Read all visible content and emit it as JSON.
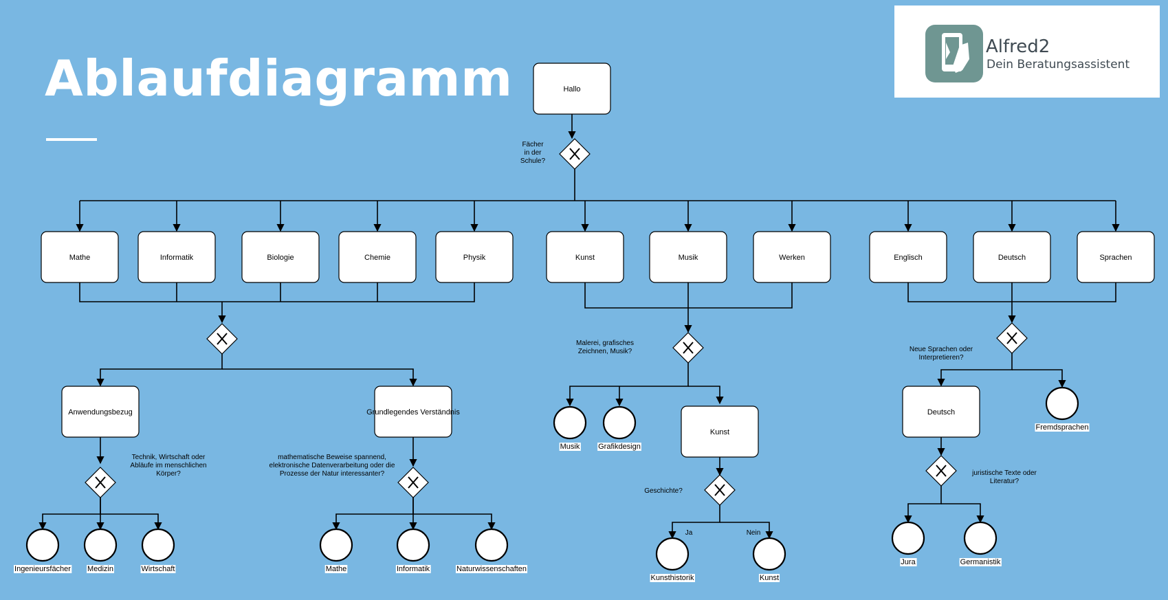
{
  "title": "Ablaufdiagramm",
  "logo": {
    "name": "Alfred2",
    "tagline": "Dein Beratungsassistent",
    "icon": "smartphone-hand-icon"
  },
  "colors": {
    "background": "#79b7e2",
    "box": "#ffffff",
    "line": "#000000",
    "title": "#ffffff"
  },
  "diagram": {
    "start": "Hallo",
    "question1": [
      "Fächer",
      "in der",
      "Schule?"
    ],
    "subjects": [
      "Mathe",
      "Informatik",
      "Biologie",
      "Chemie",
      "Physik",
      "Kunst",
      "Musik",
      "Werken",
      "Englisch",
      "Deutsch",
      "Sprachen"
    ],
    "science_branch": {
      "options": [
        "Anwendungsbezug",
        "Grundlegendes Verständnis"
      ],
      "q_left": [
        "Technik, Wirtschaft oder",
        "Abläufe im menschlichen",
        "Körper?"
      ],
      "q_right": [
        "mathematische Beweise spannend,",
        "elektronische Datenverarbeitung oder die",
        "Prozesse der Natur interessanter?"
      ],
      "left_outcomes": [
        "Ingenieursfächer",
        "Medizin",
        "Wirtschaft"
      ],
      "right_outcomes": [
        "Mathe",
        "Informatik",
        "Naturwissenschaften"
      ]
    },
    "art_branch": {
      "question": [
        "Malerei, grafisches",
        "Zeichnen, Musik?"
      ],
      "outcomes": [
        "Musik",
        "Grafikdesign"
      ],
      "box": "Kunst",
      "question2": "Geschichte?",
      "yes": "Ja",
      "no": "Nein",
      "outcomes2": [
        "Kunsthistorik",
        "Kunst"
      ]
    },
    "lang_branch": {
      "question": [
        "Neue Sprachen oder",
        "Interpretieren?"
      ],
      "box": "Deutsch",
      "outcome_right": "Fremdsprachen",
      "question2": [
        "juristische Texte oder",
        "Literatur?"
      ],
      "outcomes": [
        "Jura",
        "Germanistik"
      ]
    }
  }
}
